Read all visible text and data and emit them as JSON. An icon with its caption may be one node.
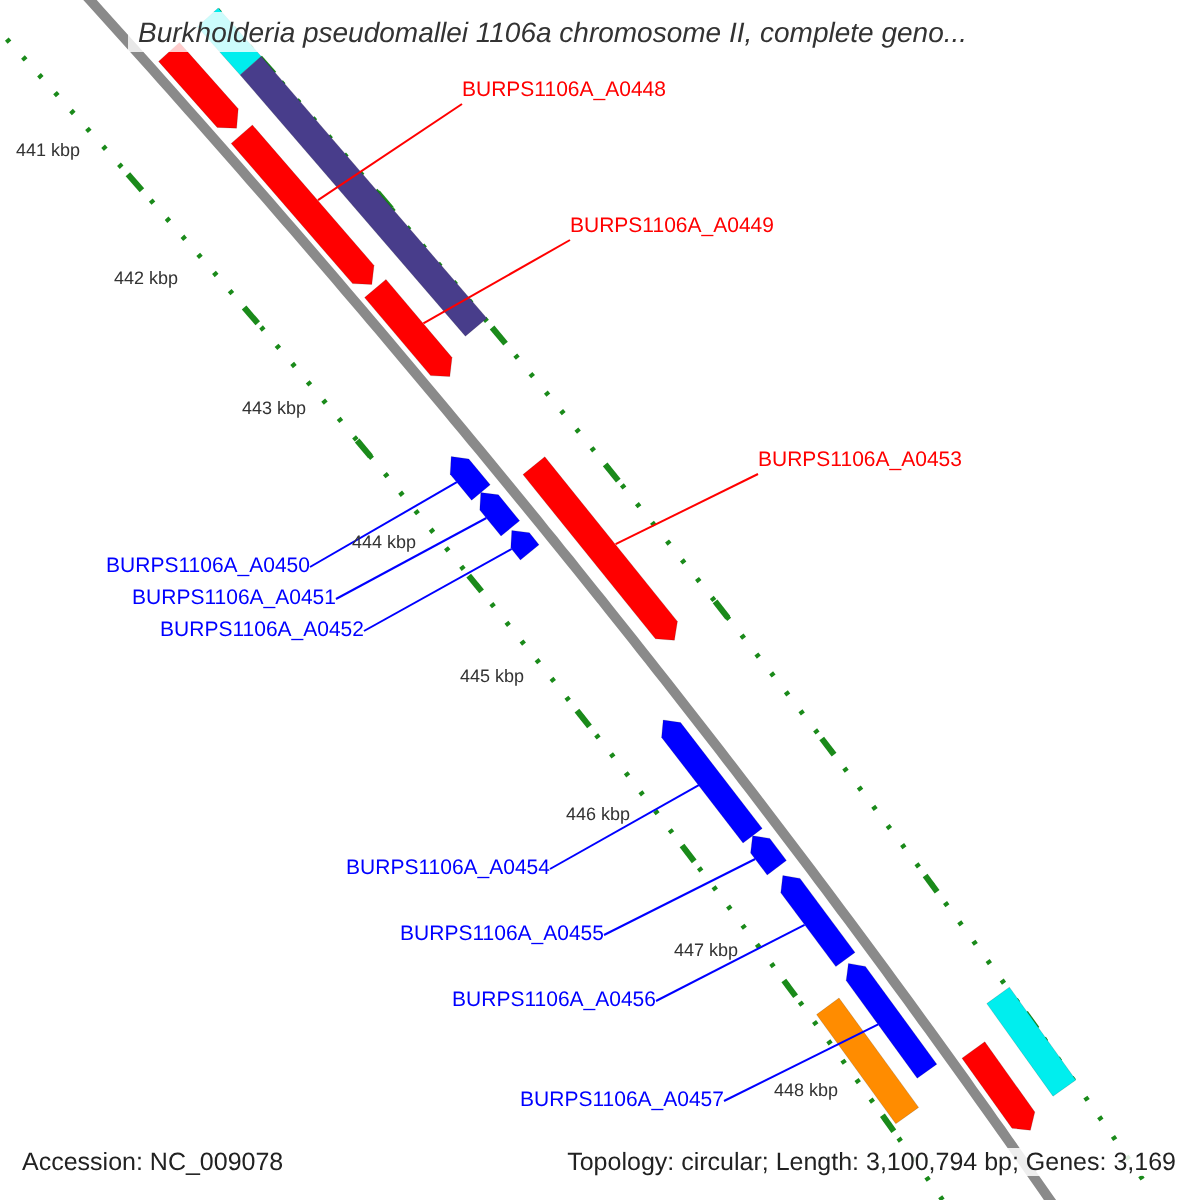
{
  "diagram": {
    "title": "Burkholderia pseudomallei 1106a chromosome II, complete geno...",
    "nodes": [
      {
        "text": [
          "BURPS1106A_A0448"
        ]
      },
      {
        "text": [
          "BURPS1106A_A0449"
        ]
      },
      {
        "text": [
          "BURPS1106A_A0453"
        ]
      },
      {
        "text": [
          "BURPS1106A_A0450"
        ]
      },
      {
        "text": [
          "BURPS1106A_A0451"
        ]
      },
      {
        "text": [
          "BURPS1106A_A0452"
        ]
      },
      {
        "text": [
          "BURPS1106A_A0454"
        ]
      },
      {
        "text": [
          "BURPS1106A_A0455"
        ]
      },
      {
        "text": [
          "BURPS1106A_A0456"
        ]
      },
      {
        "text": [
          "BURPS1106A_A0457"
        ]
      },
      {
        "text": [],
        "shape": "arrow"
      },
      {
        "text": [],
        "shape": "bar"
      },
      {
        "text": [],
        "shape": "bar"
      },
      {
        "text": [],
        "shape": "arrow"
      },
      {
        "text": [],
        "shape": "arrow"
      },
      {
        "text": [],
        "shape": "arrow"
      },
      {
        "text": [],
        "shape": "arrow"
      },
      {
        "text": [],
        "shape": "arrow"
      },
      {
        "text": [],
        "shape": "arrow"
      },
      {
        "text": [],
        "shape": "arrow"
      },
      {
        "text": [],
        "shape": "arrow"
      },
      {
        "text": [],
        "shape": "arrow"
      },
      {
        "text": [],
        "shape": "arrow"
      },
      {
        "text": [],
        "shape": "bar"
      },
      {
        "text": [],
        "shape": "bar"
      },
      {
        "text": [],
        "shape": "arrow"
      }
    ],
    "edges": [
      {
        "from": 0,
        "to": 13,
        "arrow": "none",
        "color": "#ff0000"
      },
      {
        "from": 1,
        "to": 14,
        "arrow": "none",
        "color": "#ff0000"
      },
      {
        "from": 2,
        "to": 17,
        "arrow": "none",
        "color": "#ff0000"
      },
      {
        "from": 3,
        "to": 15,
        "arrow": "none"
      },
      {
        "from": 4,
        "to": 16,
        "arrow": "none"
      },
      {
        "from": 5,
        "to": 18,
        "arrow": "none"
      },
      {
        "from": 6,
        "to": 19,
        "arrow": "none"
      },
      {
        "from": 7,
        "to": 20,
        "arrow": "none"
      },
      {
        "from": 8,
        "to": 21,
        "arrow": "none"
      },
      {
        "from": 9,
        "to": 22,
        "arrow": "none"
      }
    ],
    "labels": [
      "441 kbp",
      "442 kbp",
      "443 kbp",
      "444 kbp",
      "445 kbp",
      "446 kbp",
      "447 kbp",
      "448 kbp",
      "Accession: NC_009078",
      "Topology: circular; Length: 3,100,794 bp; Genes: 3,169"
    ]
  }
}
